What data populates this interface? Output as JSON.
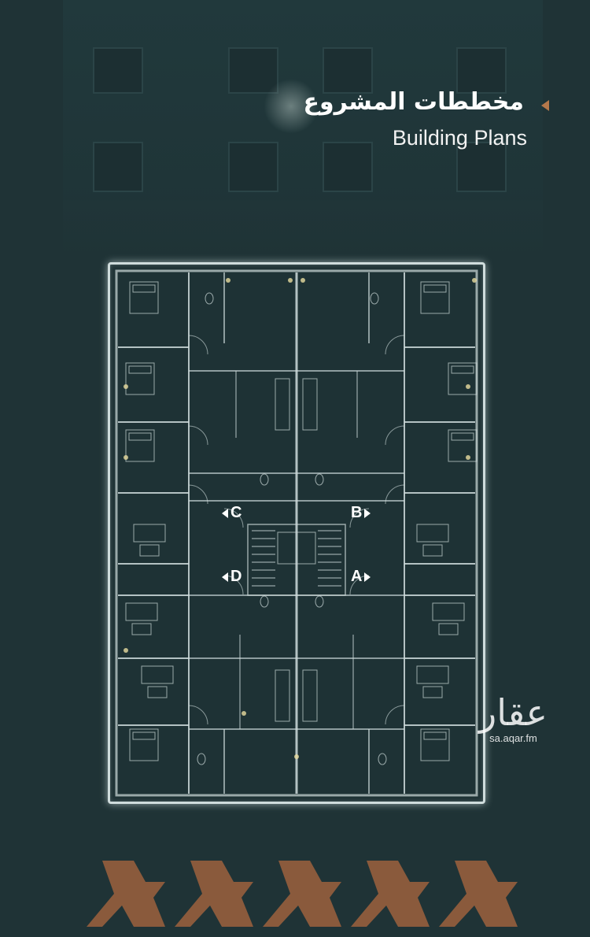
{
  "header": {
    "title_ar": "مخططات المشروع",
    "title_en": "Building Plans",
    "accent_color": "#b5784b"
  },
  "plan": {
    "units": [
      {
        "id": "unit-c",
        "label": "C",
        "arrow": "left"
      },
      {
        "id": "unit-b",
        "label": "B",
        "arrow": "right"
      },
      {
        "id": "unit-d",
        "label": "D",
        "arrow": "left"
      },
      {
        "id": "unit-a",
        "label": "A",
        "arrow": "right"
      }
    ],
    "line_color": "#cfdcdc",
    "background_color": "#1e3235"
  },
  "watermark": {
    "logo_text": "عقار",
    "url": "sa.aqar.fm"
  },
  "footer": {
    "chevron_count": 5,
    "chevron_color": "#8a5a3c"
  }
}
